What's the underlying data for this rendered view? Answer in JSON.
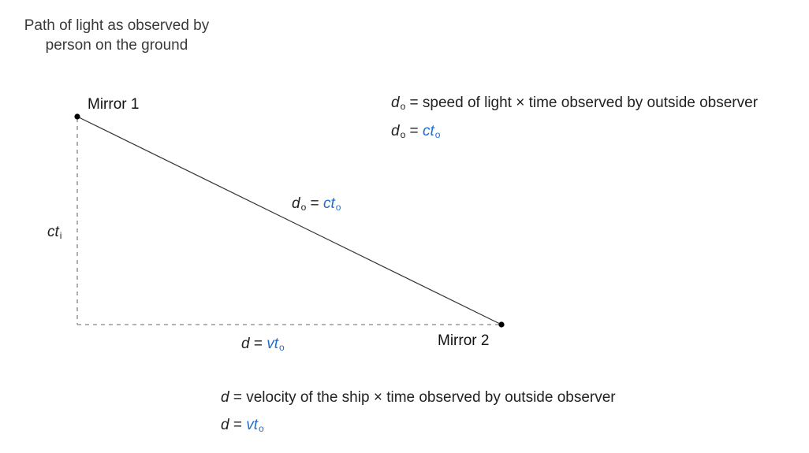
{
  "title": {
    "line1": "Path of light as observed by",
    "line2": "person on the ground"
  },
  "points": {
    "mirror1": "Mirror 1",
    "mirror2": "Mirror 2"
  },
  "labels": {
    "vertical": {
      "var": "ct",
      "sub": "i"
    },
    "hypotenuse": {
      "lhs_var": "d",
      "lhs_sub": "o",
      "eq": "=",
      "rhs_var": "ct",
      "rhs_sub": "o"
    },
    "horizontal": {
      "lhs_var": "d",
      "eq": "=",
      "rhs_var": "vt",
      "rhs_sub": "o"
    }
  },
  "definitions_top": {
    "line1": {
      "var": "d",
      "sub": "o",
      "text": "= speed of light × time observed by outside observer"
    },
    "line2": {
      "lhs_var": "d",
      "lhs_sub": "o",
      "eq": "=",
      "rhs_var": "ct",
      "rhs_sub": "o"
    }
  },
  "definitions_bottom": {
    "line1": {
      "var": "d",
      "text": "= velocity of the ship × time observed by outside observer"
    },
    "line2": {
      "lhs_var": "d",
      "eq": "=",
      "rhs_var": "vt",
      "rhs_sub": "o"
    }
  },
  "colors": {
    "accent_blue": "#1f6fd0",
    "line": "#333333",
    "dashed": "#999999"
  }
}
